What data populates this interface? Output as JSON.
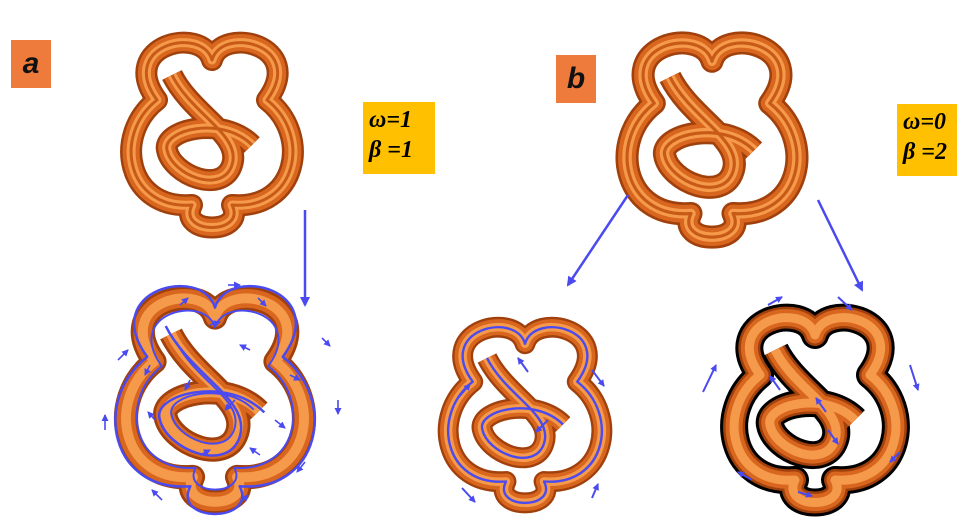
{
  "panels": [
    {
      "label": "a",
      "omega": "ω=1",
      "beta": "β =1"
    },
    {
      "label": "b",
      "omega": "ω=0",
      "beta": "β =2"
    }
  ],
  "colors": {
    "ribbon_dark": "#a0400c",
    "ribbon_mid": "#d8661e",
    "ribbon_light": "#f59a4a",
    "arrow_blue": "#4a4af0",
    "outline_black": "#000000",
    "label_orange": "#ee7a3c",
    "box_yellow": "#ffc000"
  }
}
